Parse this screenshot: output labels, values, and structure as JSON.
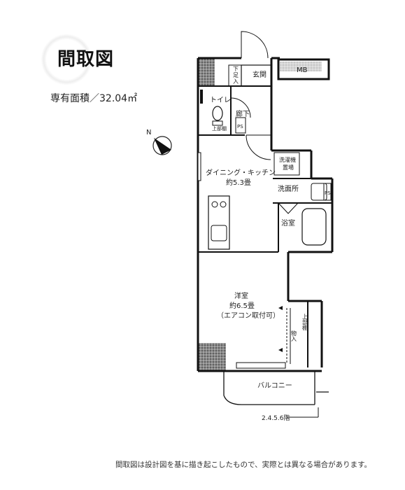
{
  "header": {
    "title": "間取図",
    "area": "専有面積／32.04㎡"
  },
  "compass": {
    "label": "N"
  },
  "rooms": {
    "genkan": "玄関",
    "mb": "MB",
    "shitabako_1": "下",
    "shitabako_2": "足",
    "shitabako_3": "入",
    "toilet": "トイレ",
    "corridor": "廊下",
    "shelf_upper": "上部棚",
    "ps_top": "PS",
    "dk_line1": "ダイニング・キッチン",
    "dk_line2": "約5.3畳",
    "laundry_line1": "洗濯機",
    "laundry_line2": "置場",
    "senmenjo": "洗面所",
    "ps_right": "PS",
    "bath": "浴室",
    "western_line1": "洋室",
    "western_line2": "約6.5畳",
    "western_line3": "（エアコン取付可）",
    "storage": "物入",
    "upper_shelf_vertical": "上部棚",
    "balcony": "バルコニー",
    "floors": "2.4.5.6階"
  },
  "footer": {
    "note": "間取図は設計図を基に描き起こしたもので、実際とは異なる場合があります。"
  }
}
